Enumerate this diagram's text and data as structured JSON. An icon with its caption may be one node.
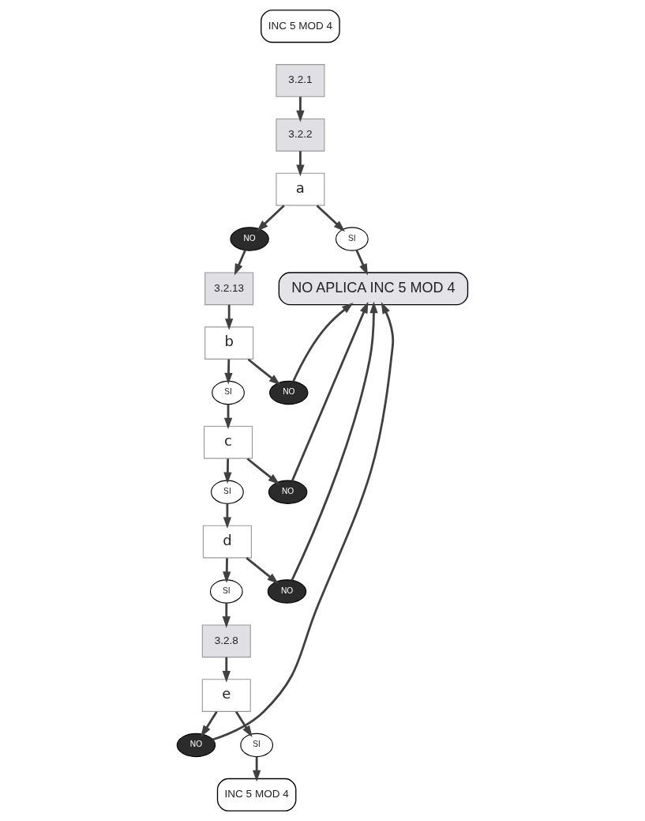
{
  "diagram": {
    "nodes": [
      {
        "text": [
          "INC 5 MOD 4"
        ]
      },
      {
        "text": [
          "3.2.1"
        ]
      },
      {
        "text": [
          "3.2.2"
        ]
      },
      {
        "text": [
          "a"
        ]
      },
      {
        "text": [
          "NO"
        ]
      },
      {
        "text": [
          "SI"
        ]
      },
      {
        "text": [
          "3.2.13"
        ]
      },
      {
        "text": [
          "NO APLICA INC 5 MOD 4"
        ]
      },
      {
        "text": [
          "b"
        ]
      },
      {
        "text": [
          "SI"
        ]
      },
      {
        "text": [
          "NO"
        ]
      },
      {
        "text": [
          "c"
        ]
      },
      {
        "text": [
          "SI"
        ]
      },
      {
        "text": [
          "NO"
        ]
      },
      {
        "text": [
          "d"
        ]
      },
      {
        "text": [
          "SI"
        ]
      },
      {
        "text": [
          "NO"
        ]
      },
      {
        "text": [
          "3.2.8"
        ]
      },
      {
        "text": [
          "e"
        ]
      },
      {
        "text": [
          "NO"
        ]
      },
      {
        "text": [
          "SI"
        ]
      },
      {
        "text": [
          "INC 5 MOD 4"
        ]
      }
    ],
    "edges": [
      {
        "from": 1,
        "to": 2,
        "arrow": "to"
      },
      {
        "from": 2,
        "to": 3,
        "arrow": "to"
      },
      {
        "from": 3,
        "to": 4,
        "arrow": "to"
      },
      {
        "from": 3,
        "to": 5,
        "arrow": "to"
      },
      {
        "from": 4,
        "to": 6,
        "arrow": "to"
      },
      {
        "from": 5,
        "to": 7,
        "arrow": "to"
      },
      {
        "from": 6,
        "to": 8,
        "arrow": "to"
      },
      {
        "from": 8,
        "to": 9,
        "arrow": "to"
      },
      {
        "from": 8,
        "to": 10,
        "arrow": "to"
      },
      {
        "from": 10,
        "to": 7,
        "arrow": "to"
      },
      {
        "from": 9,
        "to": 11,
        "arrow": "to"
      },
      {
        "from": 11,
        "to": 12,
        "arrow": "to"
      },
      {
        "from": 11,
        "to": 13,
        "arrow": "to"
      },
      {
        "from": 13,
        "to": 7,
        "arrow": "to"
      },
      {
        "from": 12,
        "to": 14,
        "arrow": "to"
      },
      {
        "from": 14,
        "to": 15,
        "arrow": "to"
      },
      {
        "from": 14,
        "to": 16,
        "arrow": "to"
      },
      {
        "from": 16,
        "to": 7,
        "arrow": "to"
      },
      {
        "from": 15,
        "to": 17,
        "arrow": "to"
      },
      {
        "from": 17,
        "to": 18,
        "arrow": "to"
      },
      {
        "from": 18,
        "to": 20,
        "arrow": "to"
      },
      {
        "from": 18,
        "to": 19,
        "arrow": "to"
      },
      {
        "from": 19,
        "to": 7,
        "arrow": "to"
      },
      {
        "from": 20,
        "to": 21,
        "arrow": "to"
      }
    ]
  }
}
